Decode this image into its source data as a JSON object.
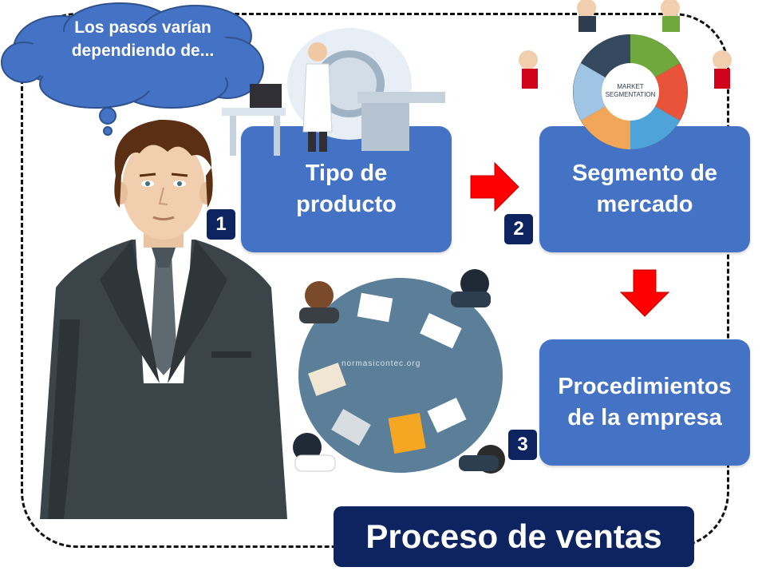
{
  "bubble": {
    "text": "Los pasos varían dependiendo de..."
  },
  "steps": [
    {
      "number": "1",
      "label": "Tipo de producto"
    },
    {
      "number": "2",
      "label": "Segmento de mercado"
    },
    {
      "number": "3",
      "label": "Procedimientos de la empresa"
    }
  ],
  "illustrations": {
    "market_segmentation": "MARKET SEGMENTATION",
    "watermark": "normasicontec.org"
  },
  "title": "Proceso de ventas",
  "colors": {
    "box_blue": "#4472c4",
    "navy": "#0e2460",
    "arrow_red": "#ff0000"
  }
}
